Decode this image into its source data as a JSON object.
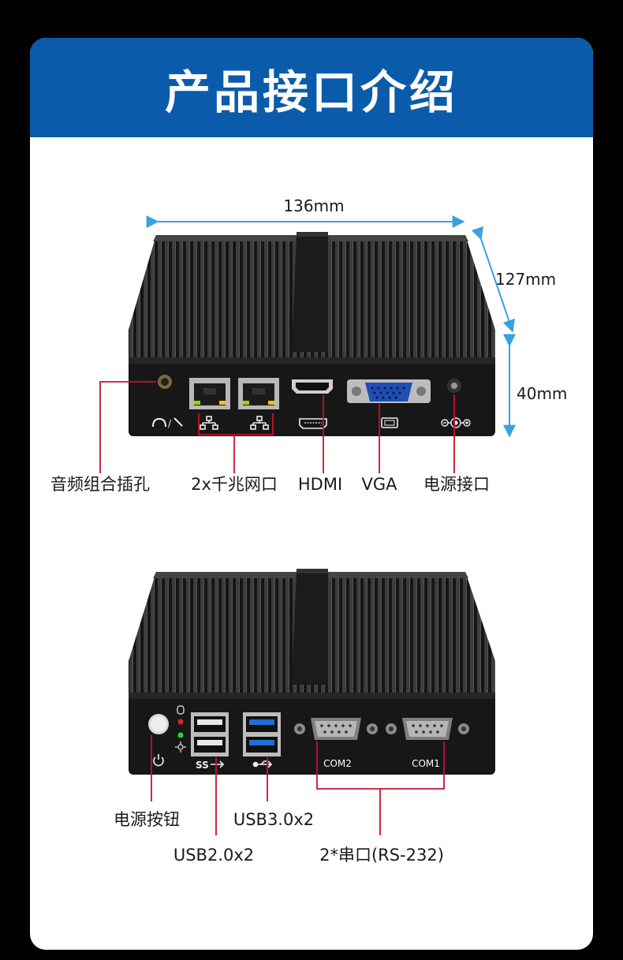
{
  "title": "产品接口介绍",
  "dimensions": {
    "width": "136mm",
    "depth": "127mm",
    "height": "40mm"
  },
  "front_labels": {
    "audio": "音频组合插孔",
    "lan": "2x千兆网口",
    "hdmi": "HDMI",
    "vga": "VGA",
    "power": "电源接口"
  },
  "back_labels": {
    "power_button": "电源按钮",
    "usb3": "USB3.0x2",
    "usb2": "USB2.0x2",
    "serial": "2*串口(RS-232)",
    "com2": "COM2",
    "com1": "COM1"
  },
  "colors": {
    "banner": "#0b5bab",
    "leader_line": "#c8102e",
    "dimension_arrow": "#3aa0e0",
    "usb3_blue": "#1f6fd6"
  },
  "icons": [
    "headphone-mic-icon",
    "network-icon",
    "hdmi-icon",
    "vga-icon",
    "dc-power-icon",
    "power-icon",
    "hdd-led-icon",
    "power-led-icon",
    "ss-usb-icon",
    "usb-icon"
  ]
}
